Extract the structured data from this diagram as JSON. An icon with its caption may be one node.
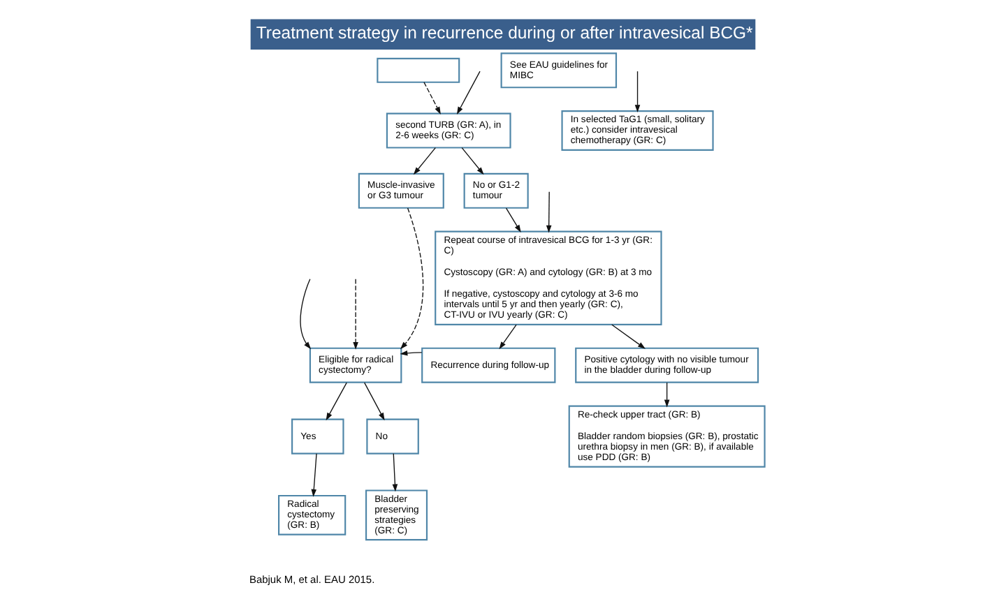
{
  "diagram": {
    "title": "Treatment strategy in recurrence during or after intravesical BCG*",
    "nodes": [
      {
        "text": [],
        "shape": "box"
      },
      {
        "text": [
          "second TURB (GR: A), in 2-6 weeks (GR: C)"
        ]
      },
      {
        "text": [
          "See EAU guidelines for MIBC"
        ]
      },
      {
        "text": [
          "Muscle-invasive or G3 tumour"
        ]
      },
      {
        "text": [
          "No or G1-2 tumour"
        ]
      },
      {
        "text": [
          "In selected TaG1 (small, solitary etc.) consider intravesical chemotherapy (GR: C)"
        ]
      },
      {
        "text": [
          "Repeat course of intravesical BCG for 1-3 yr (GR: C)",
          "Cystoscopy (GR: A) and cytology (GR: B) at 3 mo",
          "If negative, cystoscopy and cytology at 3-6 mo intervals until 5 yr and then yearly (GR: C), CT-IVU or IVU yearly (GR: C)"
        ]
      },
      {
        "text": [
          "Eligible for radical cystectomy?"
        ]
      },
      {
        "text": [
          "Recurrence during follow-up"
        ]
      },
      {
        "text": [
          "Positive cytology with no visible tumour in the bladder during follow-up"
        ]
      },
      {
        "text": [
          "Yes"
        ]
      },
      {
        "text": [
          "No"
        ]
      },
      {
        "text": [
          "Re-check upper tract (GR: B)",
          "Bladder random biopsies (GR: B), prostatic urethra biopsy in men (GR: B), if available use PDD (GR: B)"
        ]
      },
      {
        "text": [
          "Radical cystectomy (GR: B)"
        ]
      },
      {
        "text": [
          "Bladder preserving strategies (GR: C)"
        ]
      }
    ],
    "edges": [
      {
        "from": null,
        "to": 1,
        "arrow": "to"
      },
      {
        "from": 0,
        "to": 1,
        "arrow": "to",
        "style": "dashed"
      },
      {
        "from": 1,
        "to": 3,
        "arrow": "to"
      },
      {
        "from": 1,
        "to": 4,
        "arrow": "to"
      },
      {
        "from": null,
        "to": 7,
        "arrow": "to"
      },
      {
        "from": null,
        "to": 7,
        "arrow": "to",
        "style": "dashed"
      },
      {
        "from": 3,
        "to": 7,
        "arrow": "to",
        "style": "dashed"
      },
      {
        "from": 4,
        "to": 6,
        "arrow": "to"
      },
      {
        "from": null,
        "to": 6,
        "arrow": "to"
      },
      {
        "from": null,
        "to": 5,
        "arrow": "to"
      },
      {
        "from": 6,
        "to": 8,
        "arrow": "to"
      },
      {
        "from": 6,
        "to": 9,
        "arrow": "to"
      },
      {
        "from": 8,
        "to": 7,
        "arrow": "to"
      },
      {
        "from": 7,
        "to": 10,
        "arrow": "to"
      },
      {
        "from": 7,
        "to": 11,
        "arrow": "to"
      },
      {
        "from": 9,
        "to": 12,
        "arrow": "to"
      },
      {
        "from": 10,
        "to": 13,
        "arrow": "to"
      },
      {
        "from": 11,
        "to": 14,
        "arrow": "to"
      }
    ],
    "labels": [
      "Babjuk M, et al. EAU 2015."
    ]
  }
}
